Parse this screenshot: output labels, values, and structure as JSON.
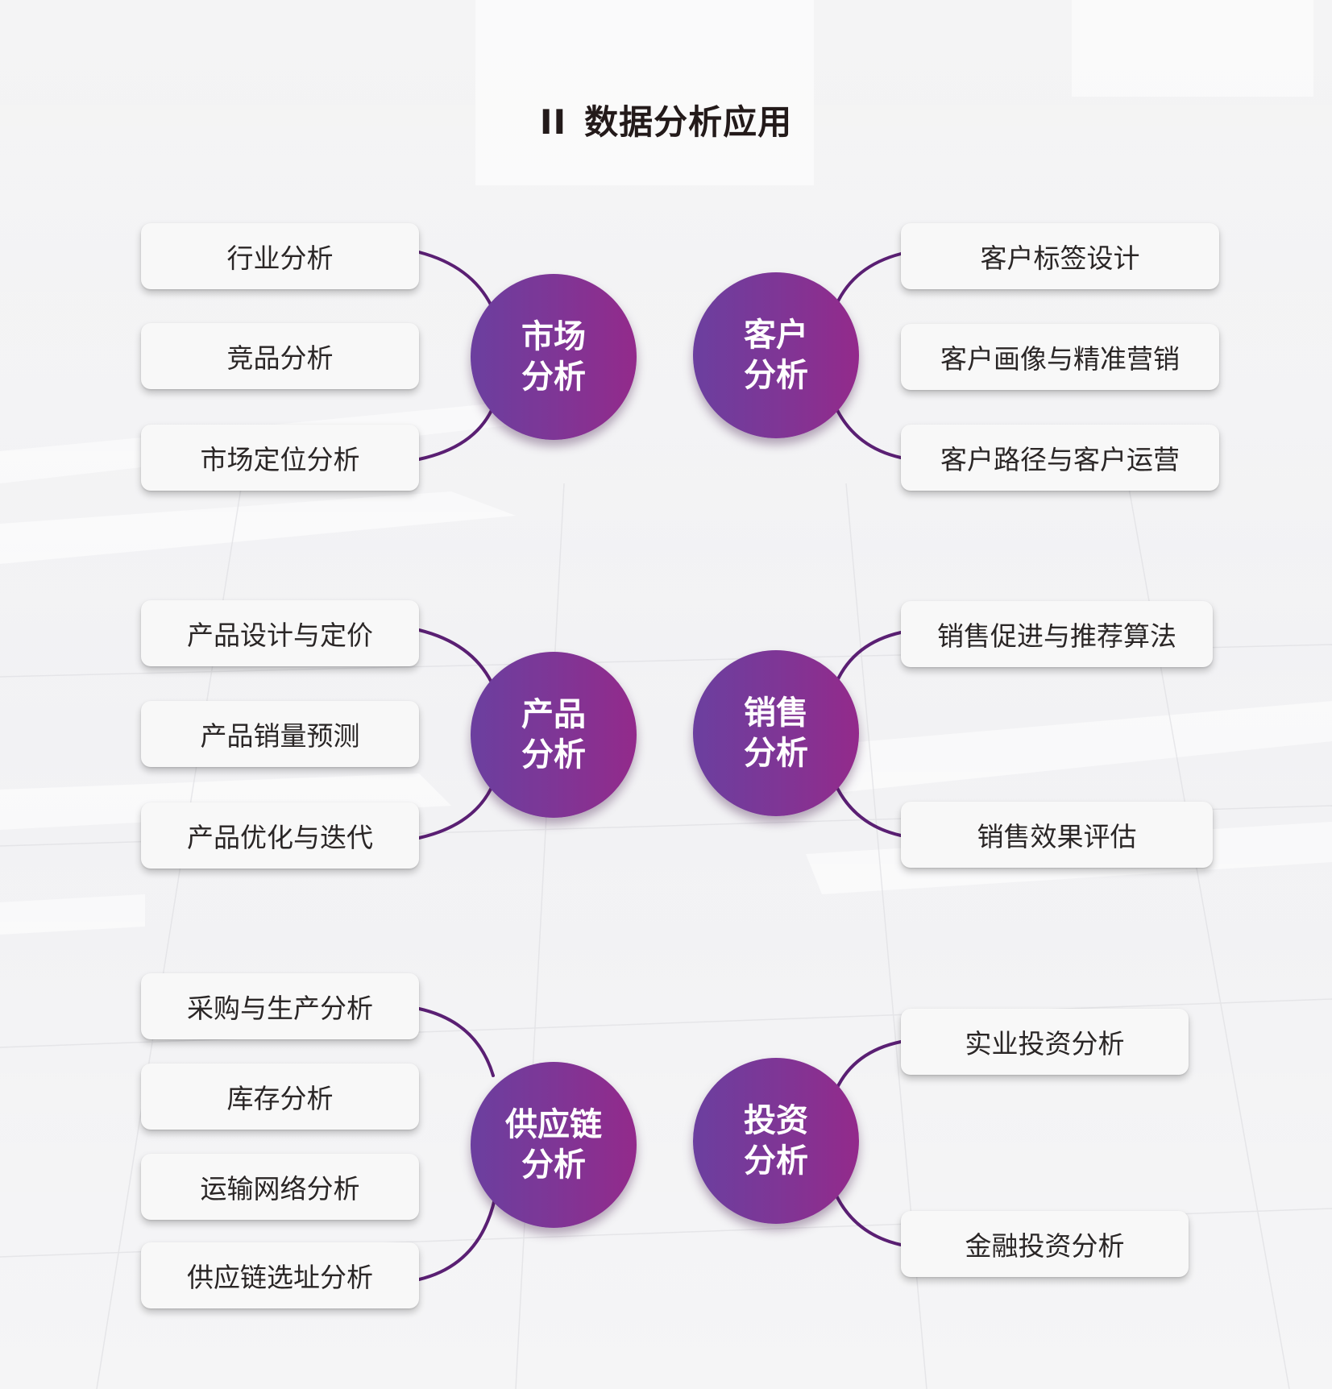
{
  "title": {
    "mark": "II",
    "text": "数据分析应用"
  },
  "colors": {
    "hub_start": "#6b3f9f",
    "hub_end": "#932a8b",
    "connector": "#5a1f73",
    "title": "#231a1a"
  },
  "groups": [
    {
      "hub": [
        "市场",
        "分析"
      ],
      "items": [
        "行业分析",
        "竞品分析",
        "市场定位分析"
      ]
    },
    {
      "hub": [
        "客户",
        "分析"
      ],
      "items": [
        "客户标签设计",
        "客户画像与精准营销",
        "客户路径与客户运营"
      ]
    },
    {
      "hub": [
        "产品",
        "分析"
      ],
      "items": [
        "产品设计与定价",
        "产品销量预测",
        "产品优化与迭代"
      ]
    },
    {
      "hub": [
        "销售",
        "分析"
      ],
      "items": [
        "销售促进与推荐算法",
        "销售效果评估"
      ]
    },
    {
      "hub": [
        "供应链",
        "分析"
      ],
      "items": [
        "采购与生产分析",
        "库存分析",
        "运输网络分析",
        "供应链选址分析"
      ]
    },
    {
      "hub": [
        "投资",
        "分析"
      ],
      "items": [
        "实业投资分析",
        "金融投资分析"
      ]
    }
  ]
}
